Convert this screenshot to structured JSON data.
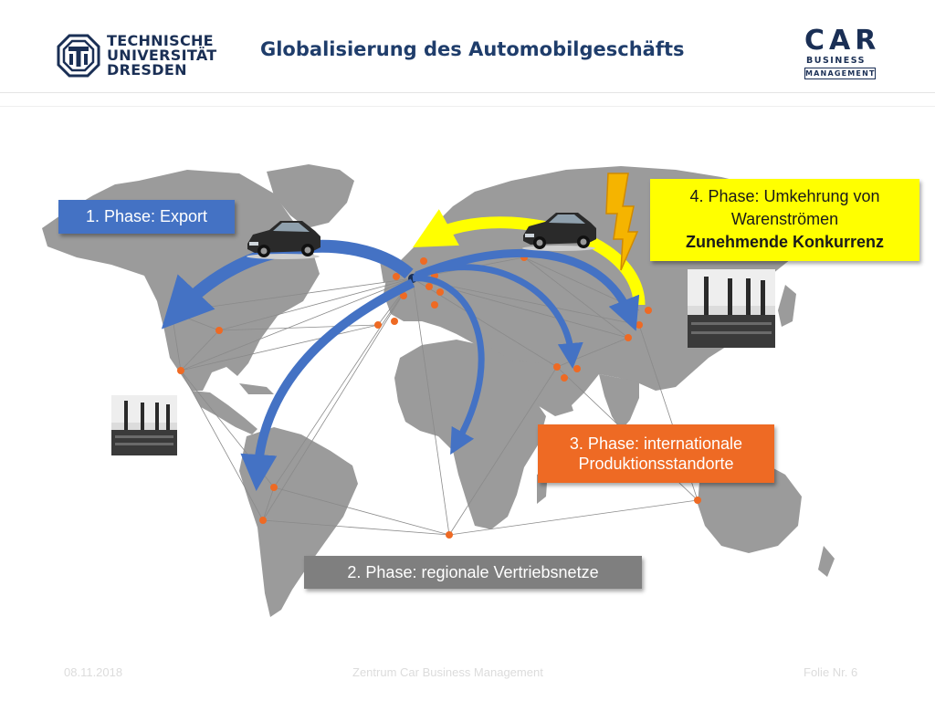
{
  "header": {
    "title": "Globalisierung des Automobilgeschäfts",
    "tud_logo": {
      "line1": "TECHNISCHE",
      "line2": "UNIVERSITÄT",
      "line3": "DRESDEN"
    },
    "cbm_logo": {
      "line1": "CAR",
      "line2": "BUSINESS",
      "line3": "MANAGEMENT"
    }
  },
  "phases": {
    "phase1": {
      "label": "1. Phase: Export",
      "bg": "#4472c4"
    },
    "phase2": {
      "label": "2. Phase: regionale Vertriebsnetze",
      "bg": "#7f7f7f"
    },
    "phase3": {
      "line1": "3. Phase: internationale",
      "line2": "Produktionsstandorte",
      "bg": "#ee6a24"
    },
    "phase4": {
      "line1": "4. Phase: Umkehrung von",
      "line2": "Warenströmen",
      "line3": "Zunehmende Konkurrenz",
      "bg": "#ffff00"
    }
  },
  "map": {
    "land_color": "#9b9b9b",
    "arrow_blue": "#4472c4",
    "arrow_yellow": "#ffff00",
    "dot_color": "#ee6a24"
  },
  "icons": {
    "car": "car-icon",
    "factory": "factory-icon",
    "lightning": "lightning-icon"
  },
  "footer": {
    "date": "08.11.2018",
    "center": "Zentrum Car Business Management",
    "slide": "Folie Nr. 6"
  }
}
